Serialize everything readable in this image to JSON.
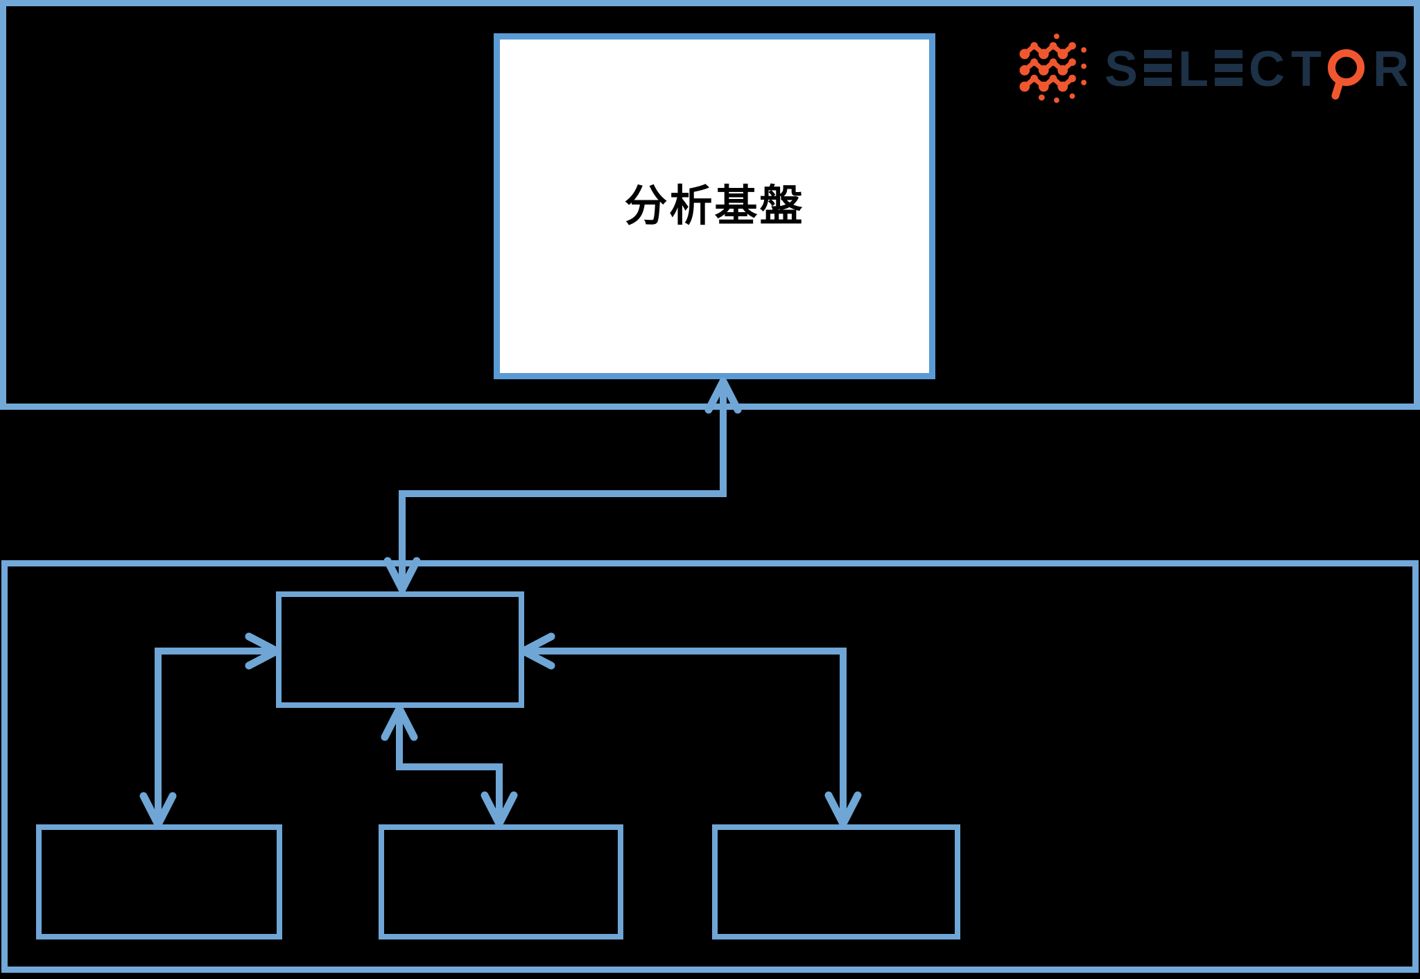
{
  "colors": {
    "canvas_bg": "#000000",
    "section_border": "#72a9d9",
    "node_border": "#6fa6d6",
    "connector": "#6fa6d6",
    "analysis_border": "#5b9bd5",
    "analysis_bg": "#ffffff",
    "analysis_text": "#000000",
    "logo_navy": "#1d3147",
    "logo_orange": "#f1572f"
  },
  "top_section": {
    "analysis_box": {
      "label": "分析基盤"
    }
  },
  "logo": {
    "brand": "SELECTOR",
    "letters": [
      "S",
      "E",
      "L",
      "E",
      "C",
      "T",
      "O",
      "R"
    ],
    "icons": {
      "mark": "dot-wave-mark-icon",
      "o": "magnifier-o-icon"
    }
  }
}
